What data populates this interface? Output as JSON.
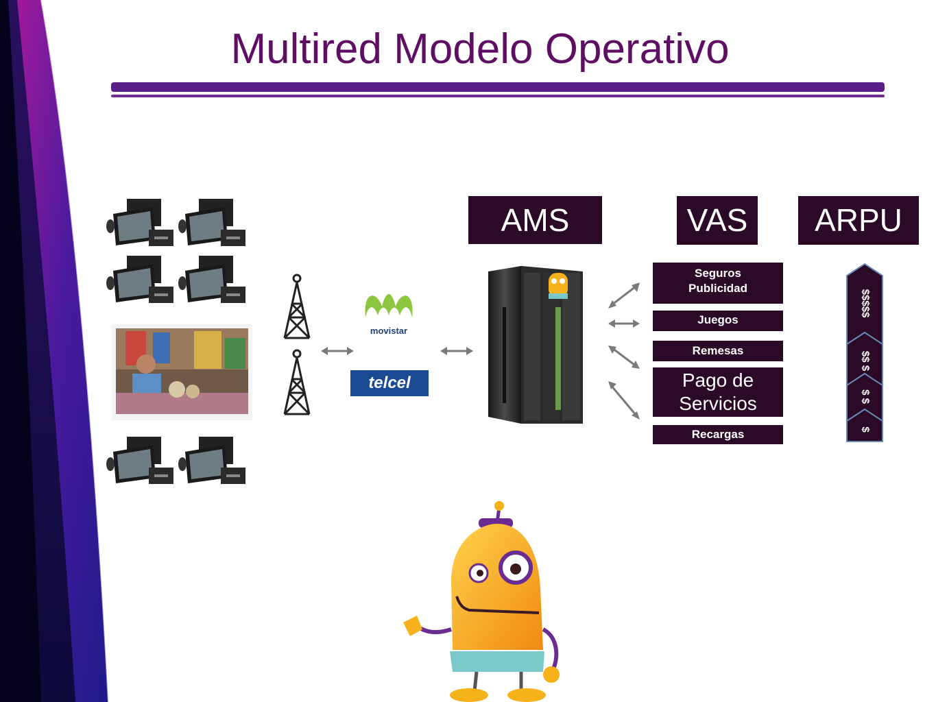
{
  "title": "Multired Modelo Operativo",
  "headers": {
    "ams": "AMS",
    "vas": "VAS",
    "arpu": "ARPU"
  },
  "logos": {
    "movistar": "movistar",
    "telcel": "telcel"
  },
  "vas_services": {
    "seguros": "Seguros",
    "publicidad": "Publicidad",
    "juegos": "Juegos",
    "remesas": "Remesas",
    "pago_line1": "Pago de",
    "pago_line2": "Servicios",
    "recargas": "Recargas"
  },
  "arpu_tiers": [
    "$$$$$",
    "$$ $",
    "$ $",
    "$"
  ],
  "colors": {
    "title": "#5e0f63",
    "box": "#2a0a26",
    "accent_purple": "#6b2c91",
    "robot_yellow": "#f6b21a"
  }
}
